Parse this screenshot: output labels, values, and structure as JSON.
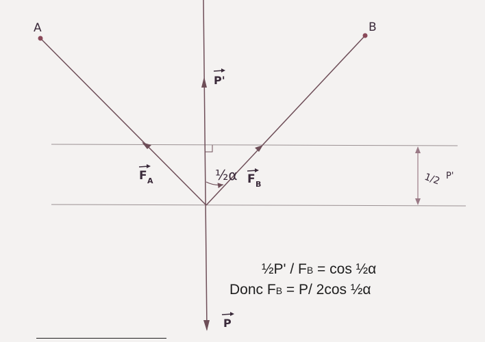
{
  "points": {
    "a_label": "A",
    "b_label": "B"
  },
  "vectors": {
    "p_prime": "P'",
    "p": "P",
    "fa_letter": "F",
    "fa_sub": "A",
    "fb_letter": "F",
    "fb_sub": "B"
  },
  "angle": {
    "label": "½α"
  },
  "dimension": {
    "half": "1/2",
    "p_prime": "P'"
  },
  "equations": {
    "line1_part1": "½P' / F",
    "line1_sub": "B",
    "line1_part2": " = cos ½α",
    "line2_part1": "Donc F",
    "line2_sub": "B",
    "line2_part2": " = P/ 2cos ½α"
  },
  "colors": {
    "line": "#6e4e58",
    "guide": "#9a9092",
    "ink": "#3a2a3a",
    "text": "#1e1e1e",
    "background": "#f4f2f1"
  }
}
